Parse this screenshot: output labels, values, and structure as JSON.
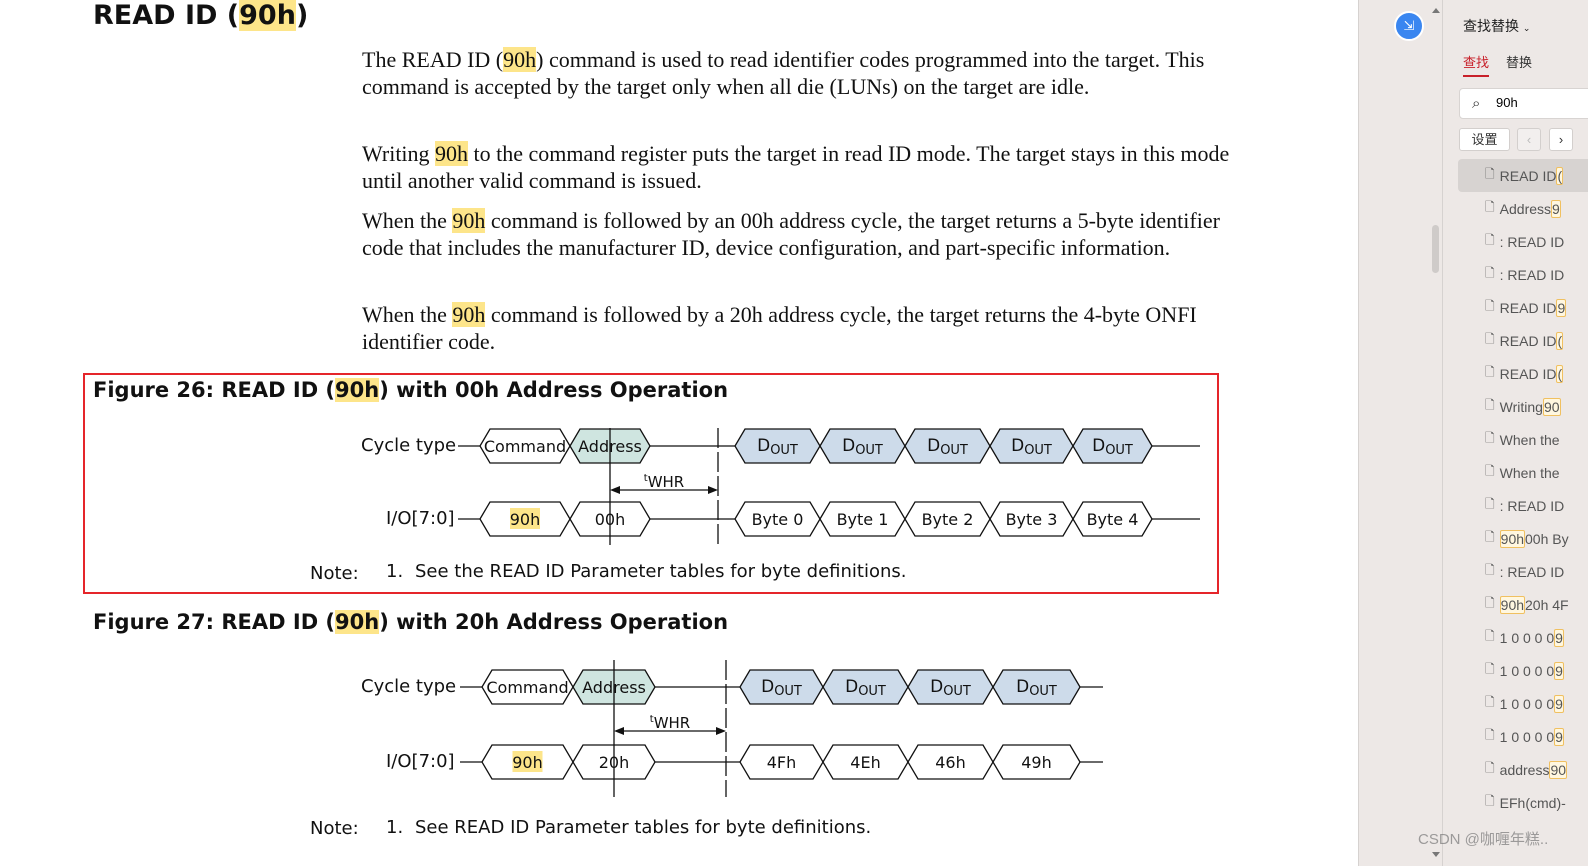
{
  "heading": {
    "pre": "READ ID (",
    "hl": "90h",
    "post": ")"
  },
  "paragraphs": [
    {
      "pre": "The READ ID (",
      "hl": "90h",
      "post": ") command is used to read identifier codes programmed into the target. This command is accepted by the target only when all die (LUNs) on the target are idle."
    },
    {
      "pre": "Writing ",
      "hl": "90h",
      "post": " to the command register puts the target in read ID mode. The target stays in this mode until another valid command is issued."
    },
    {
      "pre": "When the ",
      "hl": "90h",
      "post": " command is followed by an 00h address cycle, the target returns a 5-byte identifier code that includes the manufacturer ID, device configuration, and part-specific information."
    },
    {
      "pre": "When the ",
      "hl": "90h",
      "post": " command is followed by a 20h address cycle, the target returns the 4-byte ONFI identifier code."
    }
  ],
  "figures": [
    {
      "title_pre": "Figure 26: READ ID (",
      "title_hl": "90h",
      "title_post": ") with 00h Address Operation",
      "row_labels": [
        "Cycle type",
        "I/O[7:0]"
      ],
      "cycle": [
        "Command",
        "Address",
        "DOUT",
        "DOUT",
        "DOUT",
        "DOUT",
        "DOUT"
      ],
      "io": [
        "90h",
        "00h",
        "Byte 0",
        "Byte 1",
        "Byte 2",
        "Byte 3",
        "Byte 4"
      ],
      "timing": "tWHR",
      "note_label": "Note:",
      "note_num": "1.",
      "note": "See the READ ID Parameter tables for byte definitions."
    },
    {
      "title_pre": "Figure 27: READ ID (",
      "title_hl": "90h",
      "title_post": ") with 20h Address Operation",
      "row_labels": [
        "Cycle type",
        "I/O[7:0]"
      ],
      "cycle": [
        "Command",
        "Address",
        "DOUT",
        "DOUT",
        "DOUT",
        "DOUT"
      ],
      "io": [
        "90h",
        "20h",
        "4Fh",
        "4Eh",
        "46h",
        "49h"
      ],
      "timing": "tWHR",
      "note_label": "Note:",
      "note_num": "1.",
      "note": "See READ ID Parameter tables for byte definitions."
    }
  ],
  "colors": {
    "address_fill": "#cfe5e0",
    "dout_fill": "#cddbea",
    "highlight": "#fde58a",
    "selection_box": "#e5252a",
    "accent": "#c8202a"
  },
  "panel": {
    "title": "查找替换",
    "tabs": [
      "查找",
      "替换"
    ],
    "search_value": "90h",
    "settings": "设置",
    "prev": "‹",
    "next": "›",
    "results": [
      {
        "pre": "READ ID ",
        "hl": "("
      },
      {
        "pre": "Address ",
        "hl": "9"
      },
      {
        "pre": ": READ ID",
        "hl": ""
      },
      {
        "pre": ": READ ID",
        "hl": ""
      },
      {
        "pre": "READ ID ",
        "hl": "9"
      },
      {
        "pre": "READ ID ",
        "hl": "("
      },
      {
        "pre": "READ ID ",
        "hl": "("
      },
      {
        "pre": "Writing ",
        "hl": "90"
      },
      {
        "pre": "When the",
        "hl": ""
      },
      {
        "pre": "When the",
        "hl": ""
      },
      {
        "pre": ": READ ID",
        "hl": ""
      },
      {
        "pre": "",
        "hl": "90h",
        "post": "00h By"
      },
      {
        "pre": ": READ ID",
        "hl": ""
      },
      {
        "pre": "",
        "hl": "90h",
        "post": "20h 4F"
      },
      {
        "pre": "1 0 0 0 0 ",
        "hl": "9"
      },
      {
        "pre": "1 0 0 0 0 ",
        "hl": "9"
      },
      {
        "pre": "1 0 0 0 0 ",
        "hl": "9"
      },
      {
        "pre": "1 0 0 0 0 ",
        "hl": "9"
      },
      {
        "pre": "address ",
        "hl": "90"
      },
      {
        "pre": "EFh(cmd)-",
        "hl": ""
      }
    ]
  },
  "watermark": "CSDN @咖喱年糕.."
}
